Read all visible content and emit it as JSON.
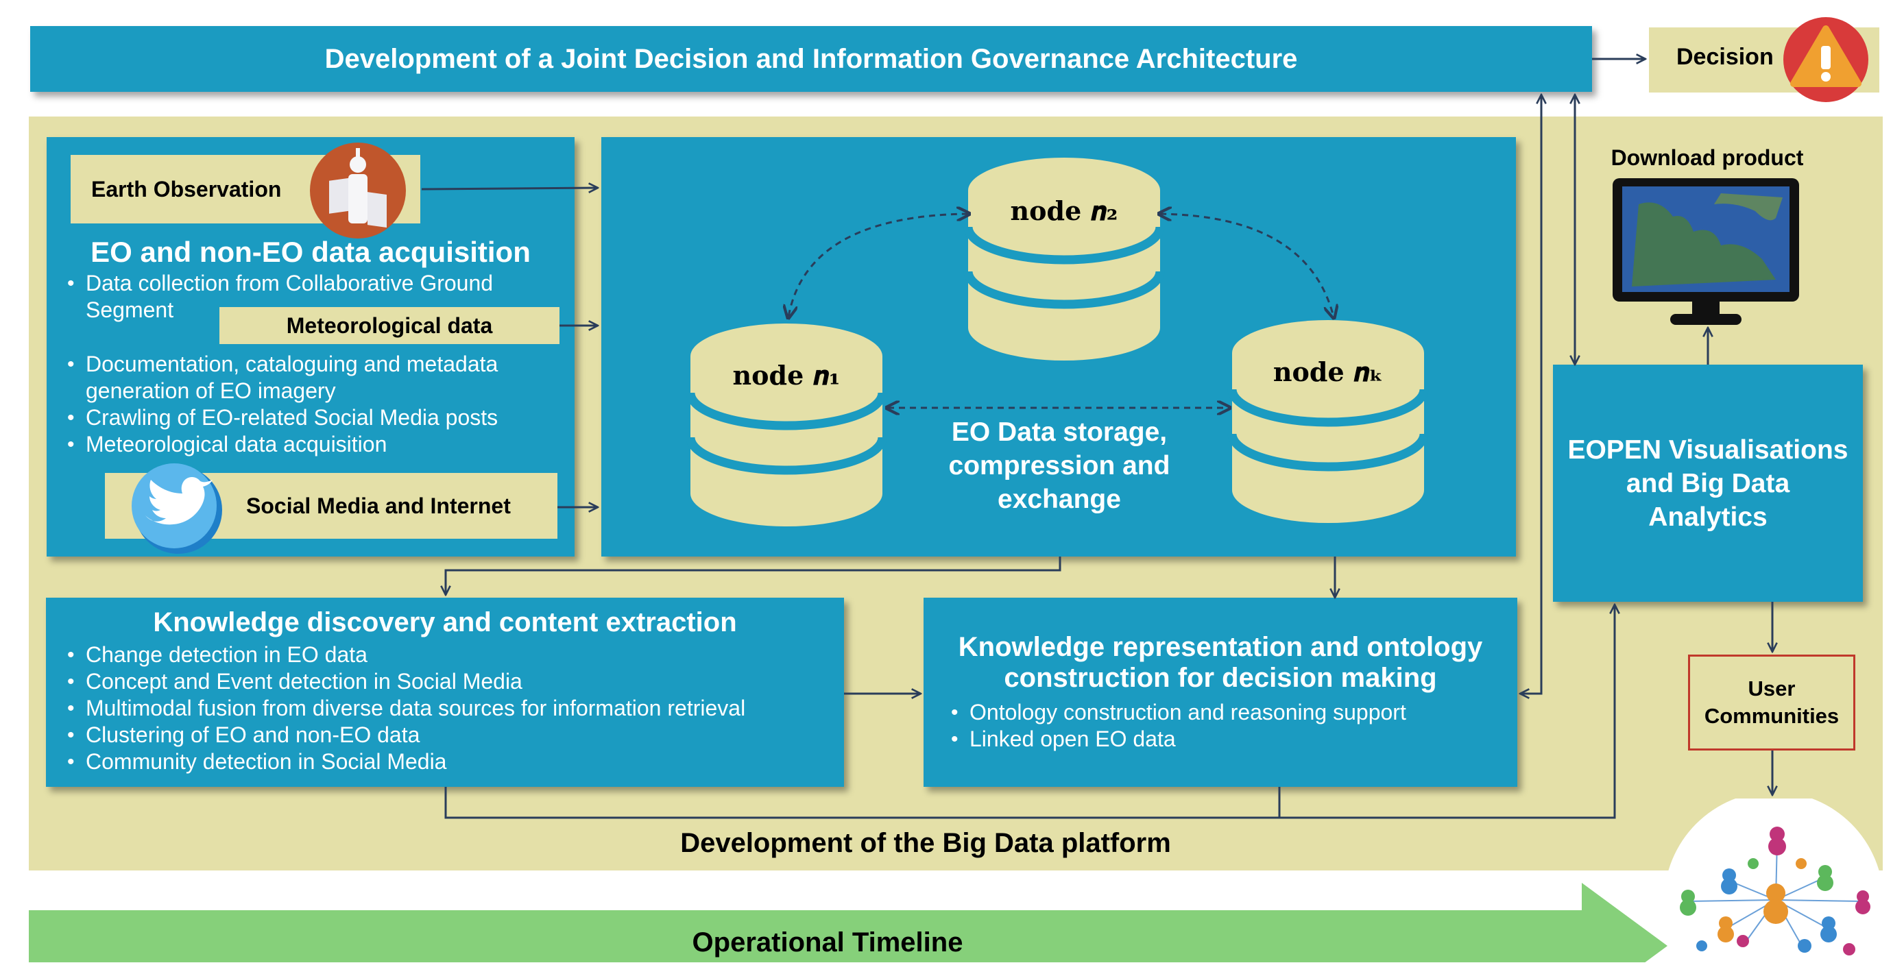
{
  "governance": {
    "title": "Development of a Joint Decision and Information Governance Architecture"
  },
  "decision": {
    "label": "Decision",
    "icon": "warning-icon"
  },
  "acquisition": {
    "eo_tag": "Earth Observation",
    "title": "EO and non-EO data acquisition",
    "bullet1": "Data collection from Collaborative Ground Segment",
    "meteo_tag": "Meteorological data",
    "bullets": [
      "Documentation, cataloguing and metadata generation of EO imagery",
      "Crawling of EO-related Social Media posts",
      "Meteorological data acquisition"
    ],
    "social_tag": "Social Media and Internet"
  },
  "storage": {
    "node2": "node 𝒏₂",
    "node1": "node 𝒏₁",
    "nodek": "node 𝒏ₖ",
    "label": "EO Data storage, compression and exchange"
  },
  "download": {
    "label": "Download product"
  },
  "visualisation": {
    "title": "EOPEN Visualisations and Big Data Analytics"
  },
  "user_communities": {
    "label": "User Communities"
  },
  "discovery": {
    "title": "Knowledge discovery and content extraction",
    "bullets": [
      "Change detection in EO data",
      "Concept and Event detection in Social Media",
      "Multimodal fusion from diverse data sources for information retrieval",
      "Clustering of EO and non-EO data",
      "Community detection in Social Media"
    ]
  },
  "representation": {
    "title": "Knowledge representation and ontology construction for decision making",
    "bullets": [
      "Ontology construction and reasoning support",
      "Linked open EO data"
    ]
  },
  "platform": {
    "label": "Development of the Big Data platform"
  },
  "timeline": {
    "label": "Operational Timeline"
  },
  "colors": {
    "box_blue": "#1b9bc1",
    "platform_beige": "#e4e0a8",
    "timeline_green": "#86d07a",
    "alert_red": "#d83a3a",
    "border_red": "#c0392b"
  }
}
